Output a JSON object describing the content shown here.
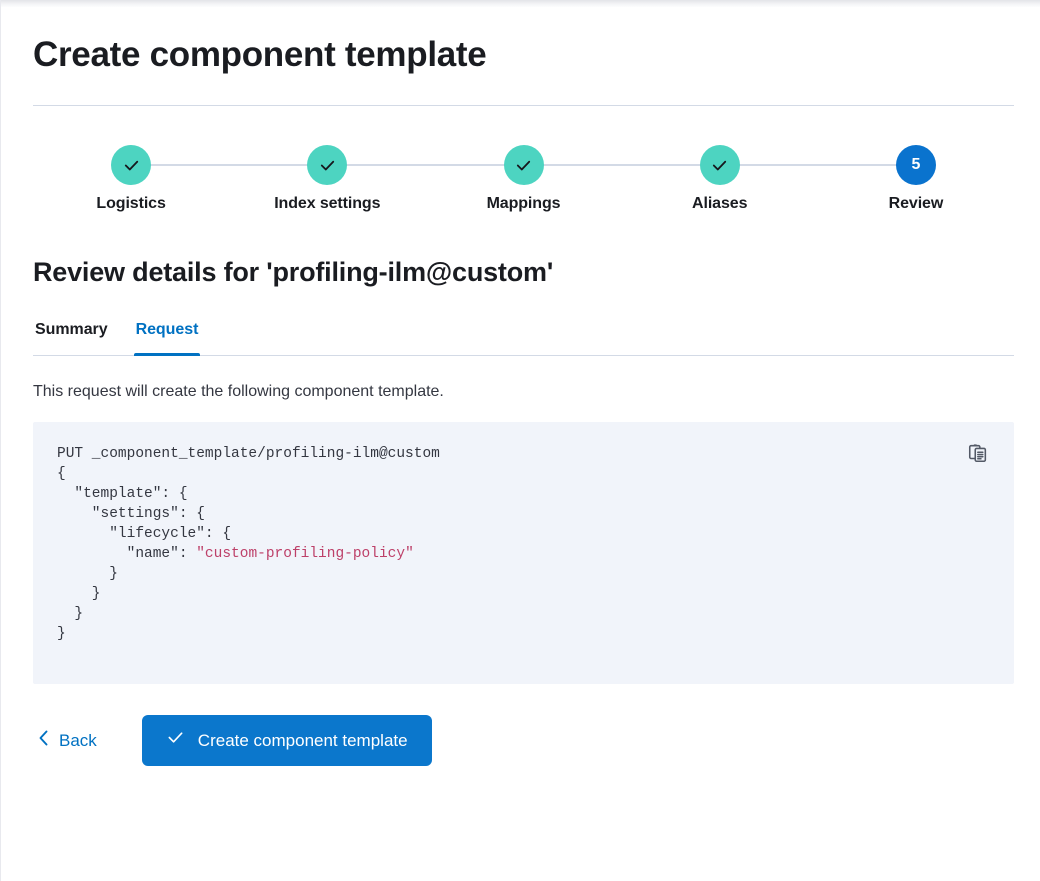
{
  "page": {
    "title": "Create component template"
  },
  "stepper": {
    "steps": [
      {
        "label": "Logistics",
        "state": "complete",
        "icon": "check-icon",
        "number": "1"
      },
      {
        "label": "Index settings",
        "state": "complete",
        "icon": "check-icon",
        "number": "2"
      },
      {
        "label": "Mappings",
        "state": "complete",
        "icon": "check-icon",
        "number": "3"
      },
      {
        "label": "Aliases",
        "state": "complete",
        "icon": "check-icon",
        "number": "4"
      },
      {
        "label": "Review",
        "state": "current",
        "icon": "",
        "number": "5"
      }
    ],
    "colors": {
      "complete": "#4dd4c1",
      "current": "#0a73ce",
      "connector": "#d3dae6"
    }
  },
  "review": {
    "heading": "Review details for 'profiling-ilm@custom'",
    "tabs": [
      {
        "label": "Summary",
        "active": false
      },
      {
        "label": "Request",
        "active": true
      }
    ],
    "description": "This request will create the following component template.",
    "code": {
      "method_line": "PUT _component_template/profiling-ilm@custom",
      "body_before_string": "{\n  \"template\": {\n    \"settings\": {\n      \"lifecycle\": {\n        \"name\": ",
      "string_value": "\"custom-profiling-policy\"",
      "body_after_string": "\n      }\n    }\n  }\n}",
      "copy_icon": "copy-clipboard-icon",
      "background": "#f1f4fa",
      "string_color": "#bd4069",
      "text_color": "#343741"
    }
  },
  "footer": {
    "back_label": "Back",
    "back_icon": "chevron-left-icon",
    "submit_label": "Create component template",
    "submit_icon": "check-icon",
    "submit_color": "#0b77cc"
  }
}
